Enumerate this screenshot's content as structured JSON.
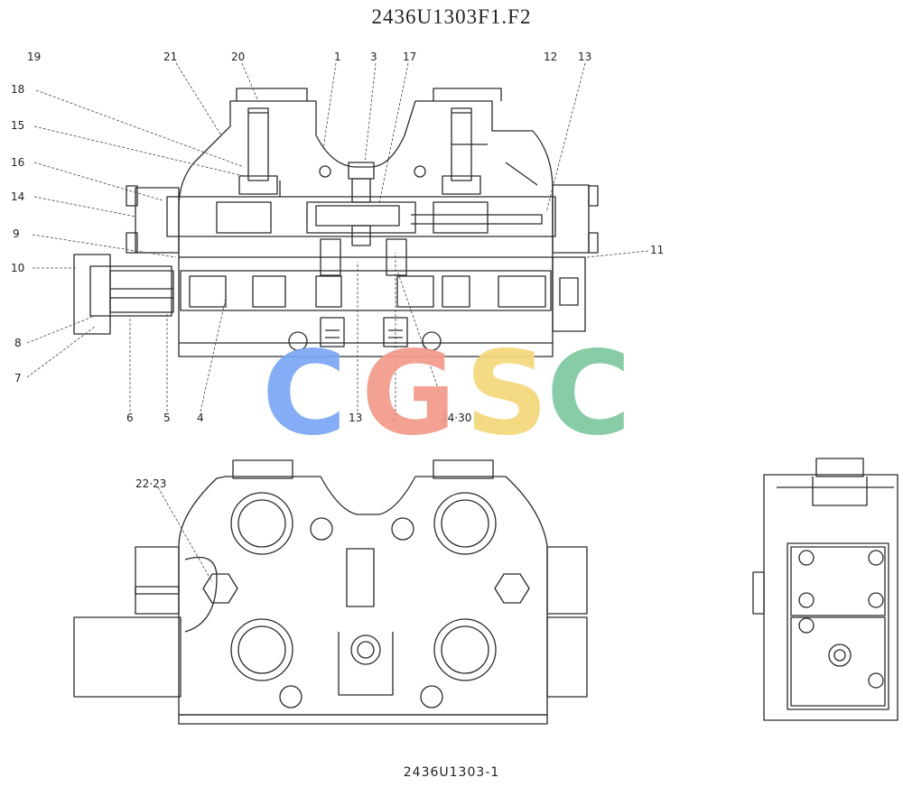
{
  "header": {
    "title": "2436U1303F1.F2"
  },
  "footer": {
    "code": "2436U1303-1"
  },
  "callouts": [
    "19",
    "21",
    "20",
    "1",
    "3",
    "17",
    "12",
    "13",
    "18",
    "15",
    "16",
    "14",
    "9",
    "10",
    "11",
    "8",
    "7",
    "6",
    "5",
    "4",
    "13",
    "2",
    "24·30",
    "22·23"
  ],
  "watermark": {
    "letters": [
      "C",
      "G",
      "S",
      "C"
    ],
    "colors": [
      "#7aa7f5",
      "#f29a8a",
      "#f5d77a",
      "#7ec8a0"
    ]
  }
}
